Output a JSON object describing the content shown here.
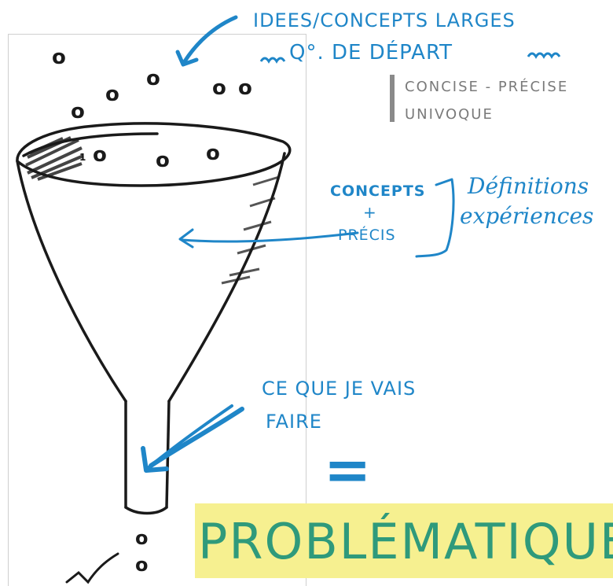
{
  "labels": {
    "ideas_line1": "idees/concepts larges",
    "ideas_line2": "Q°. de départ",
    "concise_line1": "Concise - Précise",
    "concise_line2": "Univoque",
    "concepts_line1": "Concepts",
    "concepts_plus": "+",
    "concepts_line2": "Précis",
    "definitions": "Définitions",
    "experiences": "expériences",
    "ce_que_line1": "Ce que je vais",
    "ce_que_line2": "faire",
    "equals": "=",
    "problematique": "Problématique"
  },
  "dots": {
    "symbol": "o",
    "rim_numeral": "1"
  },
  "colors": {
    "ink": "#1a1a1a",
    "blue": "#1f86c8",
    "gray": "#7a7a7a",
    "highlight": "#f6f090",
    "teal": "#2f9a7b"
  }
}
